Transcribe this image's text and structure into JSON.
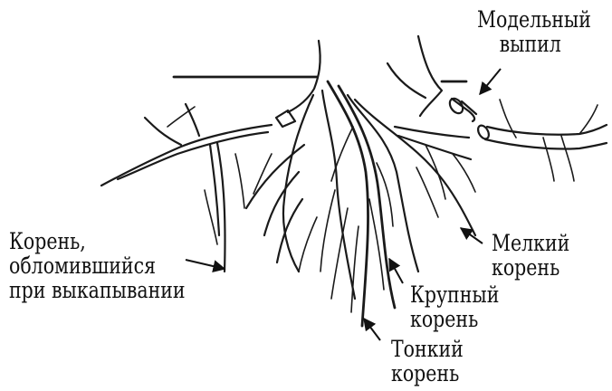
{
  "labels": {
    "model_cut": [
      "Модельный",
      "выпил"
    ],
    "broken_root": [
      "Корень,",
      "обломившийся",
      "при выкапывании"
    ],
    "small_root": [
      "Мелкий",
      "корень"
    ],
    "large_root": [
      "Крупный",
      "корень"
    ],
    "thin_root": [
      "Тонкий",
      "корень"
    ]
  }
}
